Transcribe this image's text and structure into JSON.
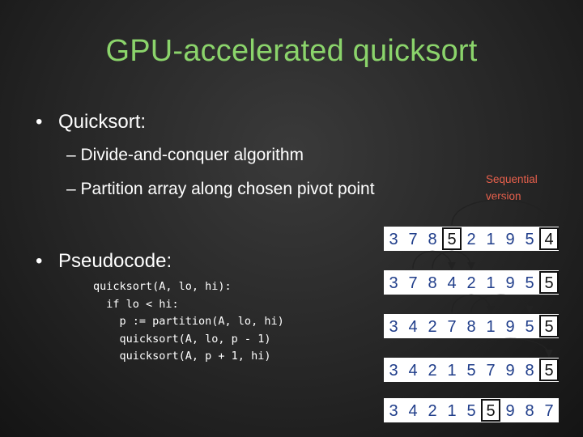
{
  "slide": {
    "title": "GPU-accelerated quicksort",
    "bullet1": "Quicksort:",
    "bullet1_subs": [
      "– Divide-and-conquer algorithm",
      "– Partition array along chosen pivot point"
    ],
    "bullet2": "Pseudocode:",
    "code_lines": [
      "quicksort(A, lo, hi):",
      "  if lo < hi:",
      "    p := partition(A, lo, hi)",
      "    quicksort(A, lo, p - 1)",
      "    quicksort(A, p + 1, hi)"
    ],
    "side_label_lines": [
      "Sequential",
      "version"
    ],
    "bullet_glyph": "•"
  },
  "diagram": {
    "rows": [
      {
        "values": [
          "3",
          "7",
          "8",
          "5",
          "2",
          "1",
          "9",
          "5",
          "4"
        ],
        "boxed": [
          3,
          8
        ]
      },
      {
        "values": [
          "3",
          "7",
          "8",
          "4",
          "2",
          "1",
          "9",
          "5",
          "5"
        ],
        "boxed": [
          8
        ]
      },
      {
        "values": [
          "3",
          "4",
          "2",
          "7",
          "8",
          "1",
          "9",
          "5",
          "5"
        ],
        "boxed": [
          8
        ]
      },
      {
        "values": [
          "3",
          "4",
          "2",
          "1",
          "5",
          "7",
          "9",
          "8",
          "5"
        ],
        "boxed": [
          8
        ]
      },
      {
        "values": [
          "3",
          "4",
          "2",
          "1",
          "5",
          "5",
          "9",
          "8",
          "7"
        ],
        "boxed": [
          5
        ]
      }
    ]
  },
  "colors": {
    "title": "#8bd46b",
    "digit": "#1f3d8a",
    "label": "#e8604c",
    "arrow": "#222222"
  }
}
